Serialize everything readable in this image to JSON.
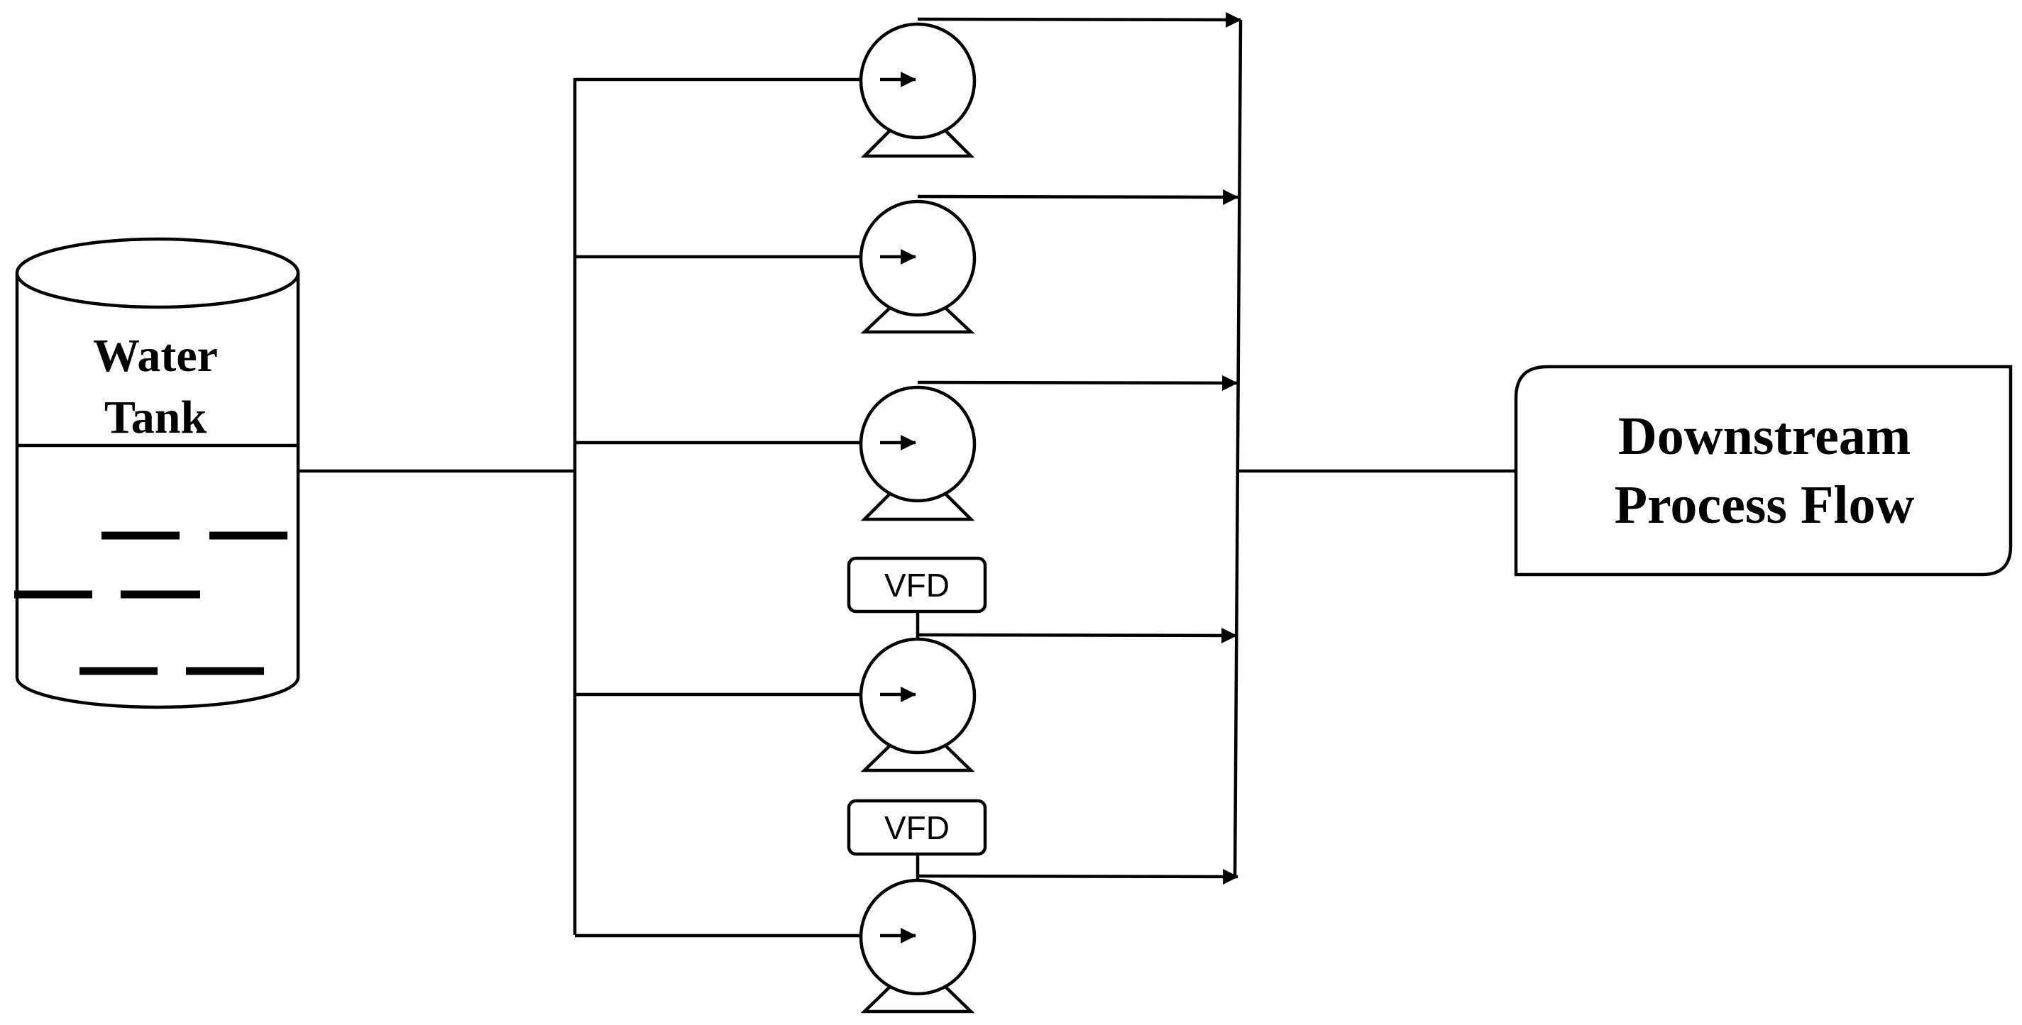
{
  "tank": {
    "label_line1": "Water",
    "label_line2": "Tank"
  },
  "destination": {
    "label_line1": "Downstream",
    "label_line2": "Process Flow"
  },
  "pumps": [
    {
      "vfd": ""
    },
    {
      "vfd": ""
    },
    {
      "vfd": ""
    },
    {
      "vfd": "VFD"
    },
    {
      "vfd": "VFD"
    }
  ],
  "colors": {
    "stroke": "#000000",
    "background": "#ffffff"
  }
}
